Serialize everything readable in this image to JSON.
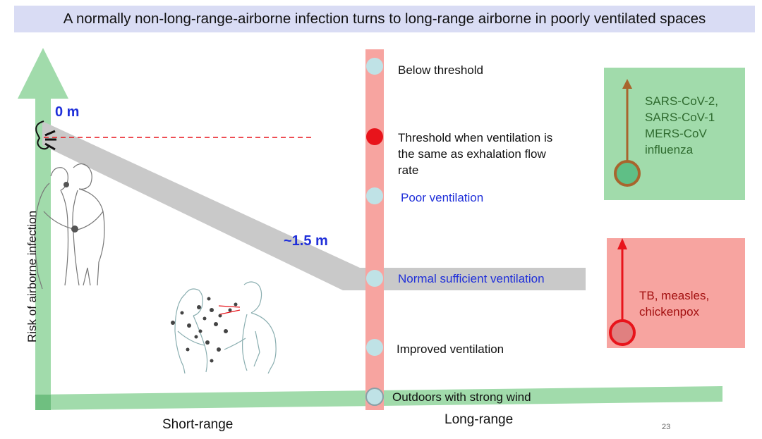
{
  "title": "A normally non-long-range-airborne infection turns to long-range airborne in poorly ventilated spaces",
  "distance_labels": {
    "near": "0 m",
    "far": "~1.5 m"
  },
  "axes": {
    "y_label": "Risk of airborne infection",
    "x_short": "Short-range",
    "x_long": "Long-range"
  },
  "ventilation_levels": [
    {
      "label": "Below threshold"
    },
    {
      "label": "Threshold when ventilation is the same as exhalation flow rate",
      "lines": [
        "Threshold when ventilation is",
        "the same as exhalation flow",
        "rate"
      ]
    },
    {
      "label": "Poor ventilation"
    },
    {
      "label": "Normal sufficient ventilation"
    },
    {
      "label": "Improved ventilation"
    },
    {
      "label": "Outdoors with strong wind"
    }
  ],
  "green_box": {
    "lines": [
      "SARS-CoV-2,",
      "SARS-CoV-1",
      "MERS-CoV",
      "influenza"
    ]
  },
  "red_box": {
    "lines": [
      "TB, measles,",
      "chickenpox"
    ]
  },
  "page_number": "23",
  "colors": {
    "green": "#a1dbab",
    "red_bar": "#f7a4a0",
    "gray_band": "#c9c9c9",
    "blue_text": "#1f2fd9",
    "dot": "#bfe2e6",
    "threshold_dot": "#e8141b",
    "brown_arrow": "#a8652d",
    "red_arrow": "#e8141b"
  }
}
